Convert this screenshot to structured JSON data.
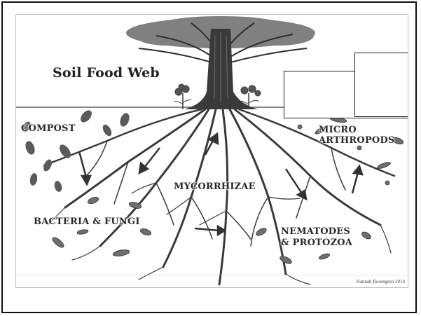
{
  "diagram": {
    "title": "Soil Food Web",
    "labels": {
      "compost": "COMPOST",
      "micro_arthropods": "MICRO\nARTHROPODS",
      "mycorrhizae": "MYCORRHIZAE",
      "bacteria_fungi": "BACTERIA & FUNGI",
      "nematodes_protozoa": "NEMATODES\n& PROTOZOA"
    },
    "credit": "Hannah Rosengren 2014"
  },
  "colors": {
    "ink": "#2a2a2a",
    "root": "#3a3a3a",
    "tree_bark": "#333333",
    "foliage": "#5a5a5a",
    "organism": "#6e6e6e"
  }
}
